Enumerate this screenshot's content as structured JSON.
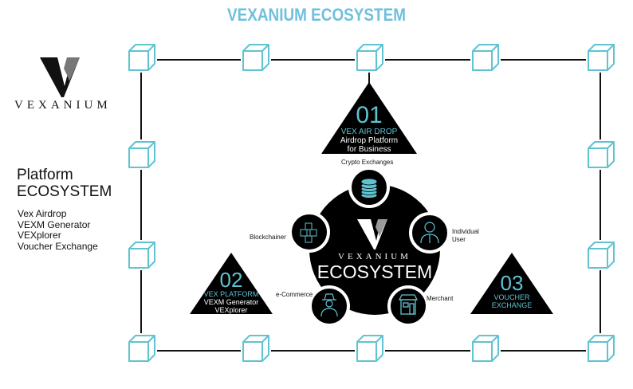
{
  "header": {
    "title": "VEXANIUM ECOSYSTEM"
  },
  "brand": {
    "logo_text": "VEXANIUM"
  },
  "platform": {
    "title_line1": "Platform",
    "title_line2": "ECOSYSTEM",
    "items": [
      "Vex Airdrop",
      "VEXM Generator",
      "VEXplorer",
      "Voucher Exchange"
    ]
  },
  "triangles": [
    {
      "number": "01",
      "heading": "VEX AIR DROP",
      "line1": "Airdrop Platform",
      "line2": "for Business"
    },
    {
      "number": "02",
      "heading": "VEX PLATFORM",
      "line1": "VEXM Generator",
      "line2": "VEXplorer"
    },
    {
      "number": "03",
      "heading": "VOUCHER",
      "line1": "EXCHANGE",
      "line2": ""
    }
  ],
  "ecosystem": {
    "brand": "VEXANIUM",
    "title": "ECOSYSTEM",
    "nodes": [
      {
        "label": "Crypto Exchanges",
        "icon": "coin-stack-icon"
      },
      {
        "label": "Blockchainer",
        "icon": "blockchain-cubes-icon"
      },
      {
        "label": "Individual",
        "label2": "User",
        "icon": "user-icon"
      },
      {
        "label": "e-Commerce",
        "icon": "spy-agent-icon"
      },
      {
        "label": "Merchant",
        "icon": "store-icon"
      }
    ]
  },
  "colors": {
    "accent": "#5fc3d2",
    "title": "#6fc0dd",
    "dark": "#000000"
  }
}
